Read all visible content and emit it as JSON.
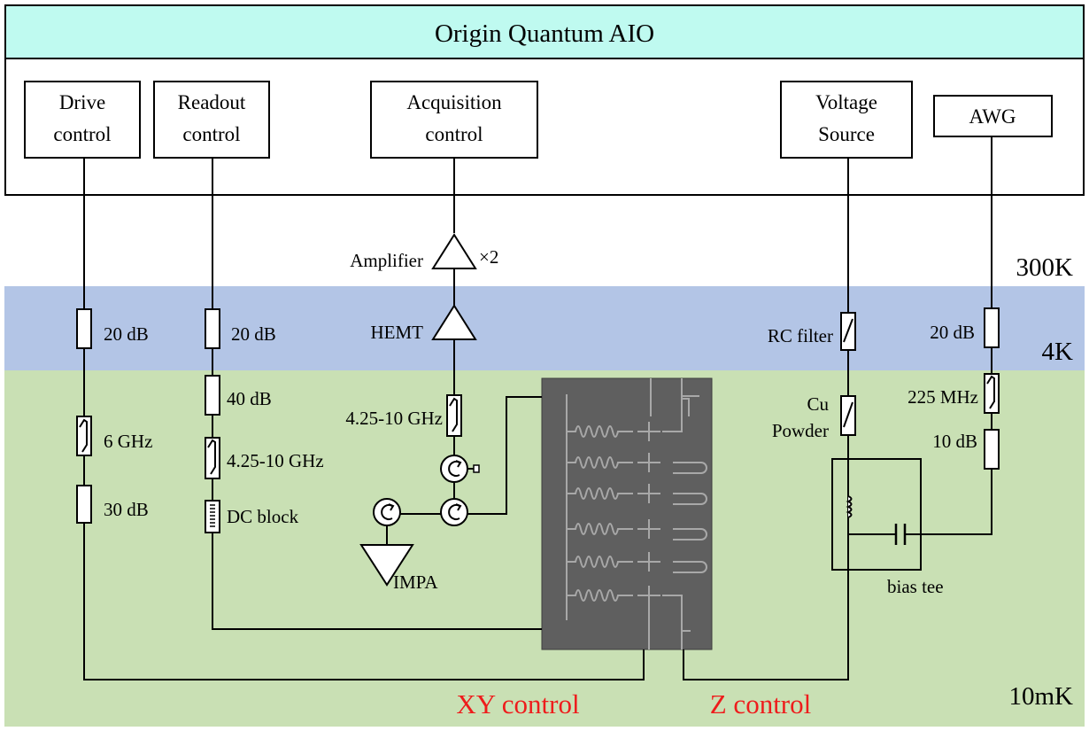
{
  "title": "Origin Quantum AIO",
  "modules": {
    "drive": [
      "Drive",
      "control"
    ],
    "readout": [
      "Readout",
      "control"
    ],
    "acquisition": [
      "Acquisition",
      "control"
    ],
    "voltage": [
      "Voltage",
      "Source"
    ],
    "awg": "AWG"
  },
  "stages": {
    "room": "300K",
    "four_k": "4K",
    "mk": "10mK"
  },
  "components": {
    "drive_att1": "20 dB",
    "drive_filter": "6 GHz",
    "drive_att2": "30 dB",
    "readout_att1": "20 dB",
    "readout_att2": "40 dB",
    "readout_filter": "4.25-10 GHz",
    "readout_dcblock": "DC block",
    "amplifier": "Amplifier",
    "amplifier_mult": "×2",
    "hemt": "HEMT",
    "acq_filter": "4.25-10 GHz",
    "impa": "IMPA",
    "rc_filter": "RC filter",
    "cu_powder": [
      "Cu",
      "Powder"
    ],
    "awg_att1": "20 dB",
    "awg_filter": "225 MHz",
    "awg_att2": "10 dB",
    "bias_tee": "bias tee"
  },
  "bottom_labels": {
    "xy": "XY control",
    "z": "Z control"
  },
  "colors": {
    "header": "#bffaf0",
    "band_4k": "#b3c5e6",
    "band_mk": "#c9e0b4",
    "chip": "#5f5f5f",
    "accent_red": "#ee1c1c"
  }
}
